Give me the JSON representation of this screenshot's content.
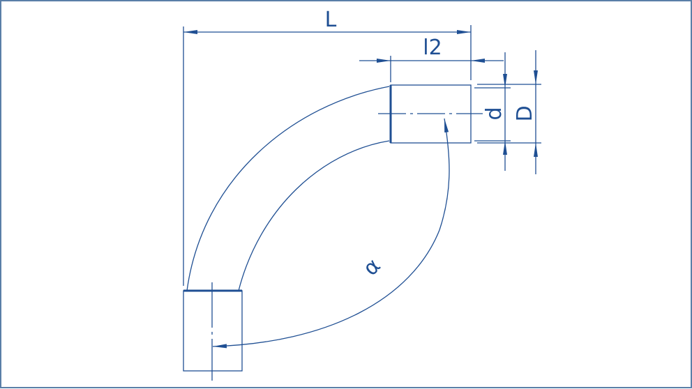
{
  "labels": {
    "length": "L",
    "socket_length": "l2",
    "inner_diameter": "d",
    "outer_diameter": "D",
    "angle": "α"
  },
  "colors": {
    "line": "#1f4f93",
    "frame": "#5a7fa8"
  }
}
